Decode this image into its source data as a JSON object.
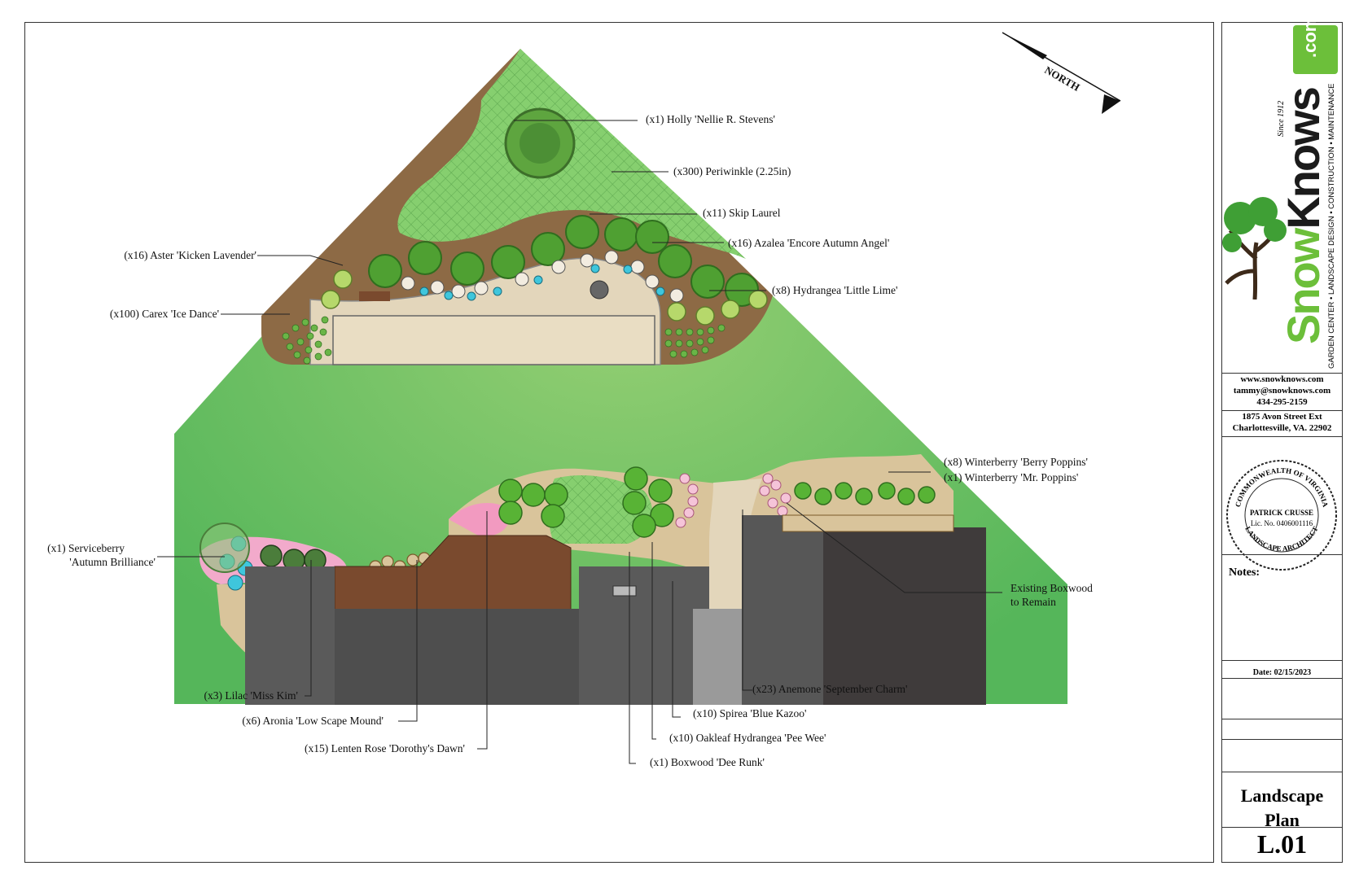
{
  "labels": {
    "holly": "(x1) Holly 'Nellie R. Stevens'",
    "periwinkle": "(x300) Periwinkle (2.25in)",
    "skip_laurel": "(x11) Skip Laurel",
    "azalea": "(x16) Azalea 'Encore Autumn Angel'",
    "aster": "(x16) Aster 'Kicken Lavender'",
    "hydrangea": "(x8) Hydrangea 'Little Lime'",
    "carex": "(x100) Carex 'Ice Dance'",
    "winterberry_1": "(x8) Winterberry 'Berry Poppins'",
    "winterberry_2": "(x1) Winterberry 'Mr. Poppins'",
    "serviceberry_1": "(x1) Serviceberry",
    "serviceberry_2": "'Autumn Brilliance'",
    "boxwood_remain_1": "Existing Boxwood",
    "boxwood_remain_2": "to Remain",
    "anemone": "(x23) Anemone 'September Charm'",
    "spirea": "(x10) Spirea 'Blue Kazoo'",
    "oakleaf": "(x10) Oakleaf Hydrangea 'Pee Wee'",
    "boxwood_dee": "(x1) Boxwood 'Dee Runk'",
    "lilac": "(x3) Lilac 'Miss Kim'",
    "aronia": "(x6) Aronia 'Low Scape Mound'",
    "lenten": "(x15) Lenten Rose 'Dorothy's Dawn'"
  },
  "north_arrow": {
    "label": "NORTH"
  },
  "title_block": {
    "logo_brand": "Snow",
    "logo_brand_2": "Knows",
    "logo_suffix": ".com",
    "logo_since": "Since 1912",
    "logo_tagline": "GARDEN CENTER • LANDSCAPE DESIGN • CONSTRUCTION • MAINTENANCE",
    "website": "www.snowknows.com",
    "email": "tammy@snowknows.com",
    "phone": "434-295-2159",
    "address_1": "1875 Avon Street Ext",
    "address_2": "Charlottesville, VA. 22902",
    "seal_outer_top": "COMMONWEALTH OF VIRGINIA",
    "seal_outer_bottom": "LANDSCAPE ARCHITECT",
    "seal_name": "PATRICK CRUSSE",
    "seal_license": "Lic. No. 0406001116",
    "notes_label": "Notes:",
    "date": "Date: 02/15/2023",
    "sheet_title_1": "Landscape",
    "sheet_title_2": "Plan",
    "sheet_number": "L.01"
  },
  "colors": {
    "lawn": "#6cc163",
    "lawn_light": "#9cd27a",
    "mulch": "#8a6b48",
    "groundcover": "#7fc96d",
    "patio": "#e3d6bb",
    "roof_dark": "#555555",
    "roof_brown": "#7a4a2e",
    "brand_green": "#6cbf3a"
  }
}
